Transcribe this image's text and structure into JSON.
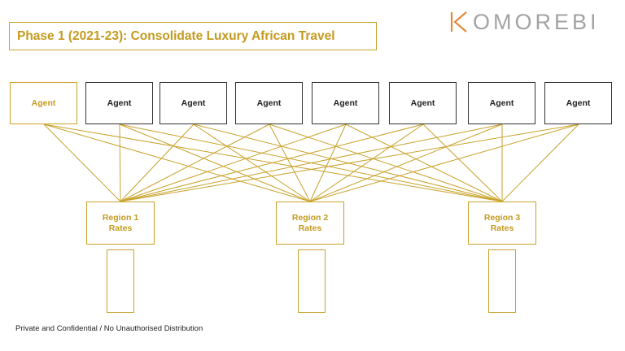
{
  "title": "Phase 1 (2021-23): Consolidate Luxury African Travel",
  "logo": {
    "text": "OMOREBI",
    "mark_icon": "k-mark-icon",
    "text_color": "#a3a3a3",
    "mark_color": "#e08a3c"
  },
  "agents": [
    {
      "label": "Agent",
      "highlighted": true
    },
    {
      "label": "Agent",
      "highlighted": false
    },
    {
      "label": "Agent",
      "highlighted": false
    },
    {
      "label": "Agent",
      "highlighted": false
    },
    {
      "label": "Agent",
      "highlighted": false
    },
    {
      "label": "Agent",
      "highlighted": false
    },
    {
      "label": "Agent",
      "highlighted": false
    },
    {
      "label": "Agent",
      "highlighted": false
    }
  ],
  "regions": [
    {
      "line1": "Region 1",
      "line2": "Rates"
    },
    {
      "line1": "Region 2",
      "line2": "Rates"
    },
    {
      "line1": "Region 3",
      "line2": "Rates"
    }
  ],
  "connections": "every agent connects to every region",
  "footer": "Private and Confidential / No Unauthorised Distribution",
  "colors": {
    "accent": "#c8a22b",
    "accent_text": "#c49a1e",
    "agent_border": "#333333"
  }
}
